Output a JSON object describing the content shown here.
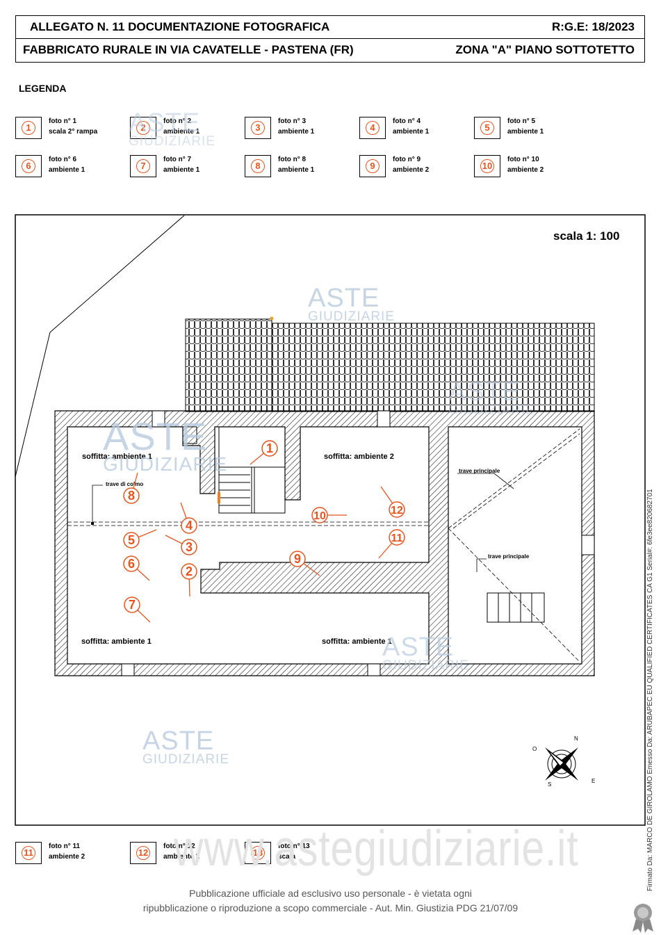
{
  "header": {
    "line1_left": "ALLEGATO N. 11   DOCUMENTAZIONE FOTOGRAFICA",
    "line1_right": "R:G.E: 18/2023",
    "line2_left": "FABBRICATO RURALE  IN VIA CAVATELLE - PASTENA (FR)",
    "line2_right": "ZONA \"A\"  PIANO SOTTOTETTO"
  },
  "legend": {
    "title": "LEGENDA",
    "items": [
      {
        "num": "1",
        "line1": "foto n° 1",
        "line2": "scala 2° rampa"
      },
      {
        "num": "2",
        "line1": "foto n° 2",
        "line2": "ambiente 1"
      },
      {
        "num": "3",
        "line1": "foto n° 3",
        "line2": "ambiente 1"
      },
      {
        "num": "4",
        "line1": "foto n° 4",
        "line2": "ambiente 1"
      },
      {
        "num": "5",
        "line1": "foto n° 5",
        "line2": "ambiente 1"
      },
      {
        "num": "6",
        "line1": "foto n° 6",
        "line2": "ambiente 1"
      },
      {
        "num": "7",
        "line1": "foto n° 7",
        "line2": "ambiente 1"
      },
      {
        "num": "8",
        "line1": "foto n° 8",
        "line2": "ambiente 1"
      },
      {
        "num": "9",
        "line1": "foto n° 9",
        "line2": "ambiente 2"
      },
      {
        "num": "10",
        "line1": "foto n° 10",
        "line2": "ambiente 2"
      }
    ],
    "extra": [
      {
        "num": "11",
        "line1": "foto n° 11",
        "line2": "ambiente 2"
      },
      {
        "num": "12",
        "line1": "foto n° 12",
        "line2": "ambiente 2"
      },
      {
        "num": "13",
        "line1": "foto n° 13",
        "line2": "scala"
      }
    ]
  },
  "plan": {
    "scale": "scala 1: 100",
    "labels": {
      "soffitta_1_top": "soffitta: ambiente 1",
      "soffitta_2": "soffitta: ambiente 2",
      "soffitta_1_bottom_left": "soffitta: ambiente 1",
      "soffitta_1_bottom_right": "soffitta: ambiente 1",
      "trave_colmo": "trave di colmo",
      "trave_principale_1": "trave principale",
      "trave_principale_2": "trave principale"
    },
    "markers": [
      "1",
      "2",
      "3",
      "4",
      "5",
      "6",
      "7",
      "8",
      "9",
      "10",
      "11",
      "12"
    ],
    "compass": {
      "n": "N",
      "s": "S",
      "e": "E",
      "o": "O"
    }
  },
  "watermark": {
    "aste": "ASTE",
    "giudiziarie": "GIUDIZIARIE",
    "site": "www.astegiudiziarie.it"
  },
  "footer": {
    "line1": "Pubblicazione ufficiale ad esclusivo uso personale - è vietata ogni",
    "line2": "ripubblicazione o riproduzione a scopo commerciale - Aut. Min. Giustizia PDG 21/07/09"
  },
  "sidebar_text": "Firmato Da: MARCO DE GIROLAMO Emesso Da: ARUBAPEC EU QUALIFIED CERTIFICATES CA G1 Serial#: 6fe3ee820682701",
  "colors": {
    "marker": "#e8541c",
    "watermark": "#b9cbe0",
    "ink": "#000000"
  }
}
